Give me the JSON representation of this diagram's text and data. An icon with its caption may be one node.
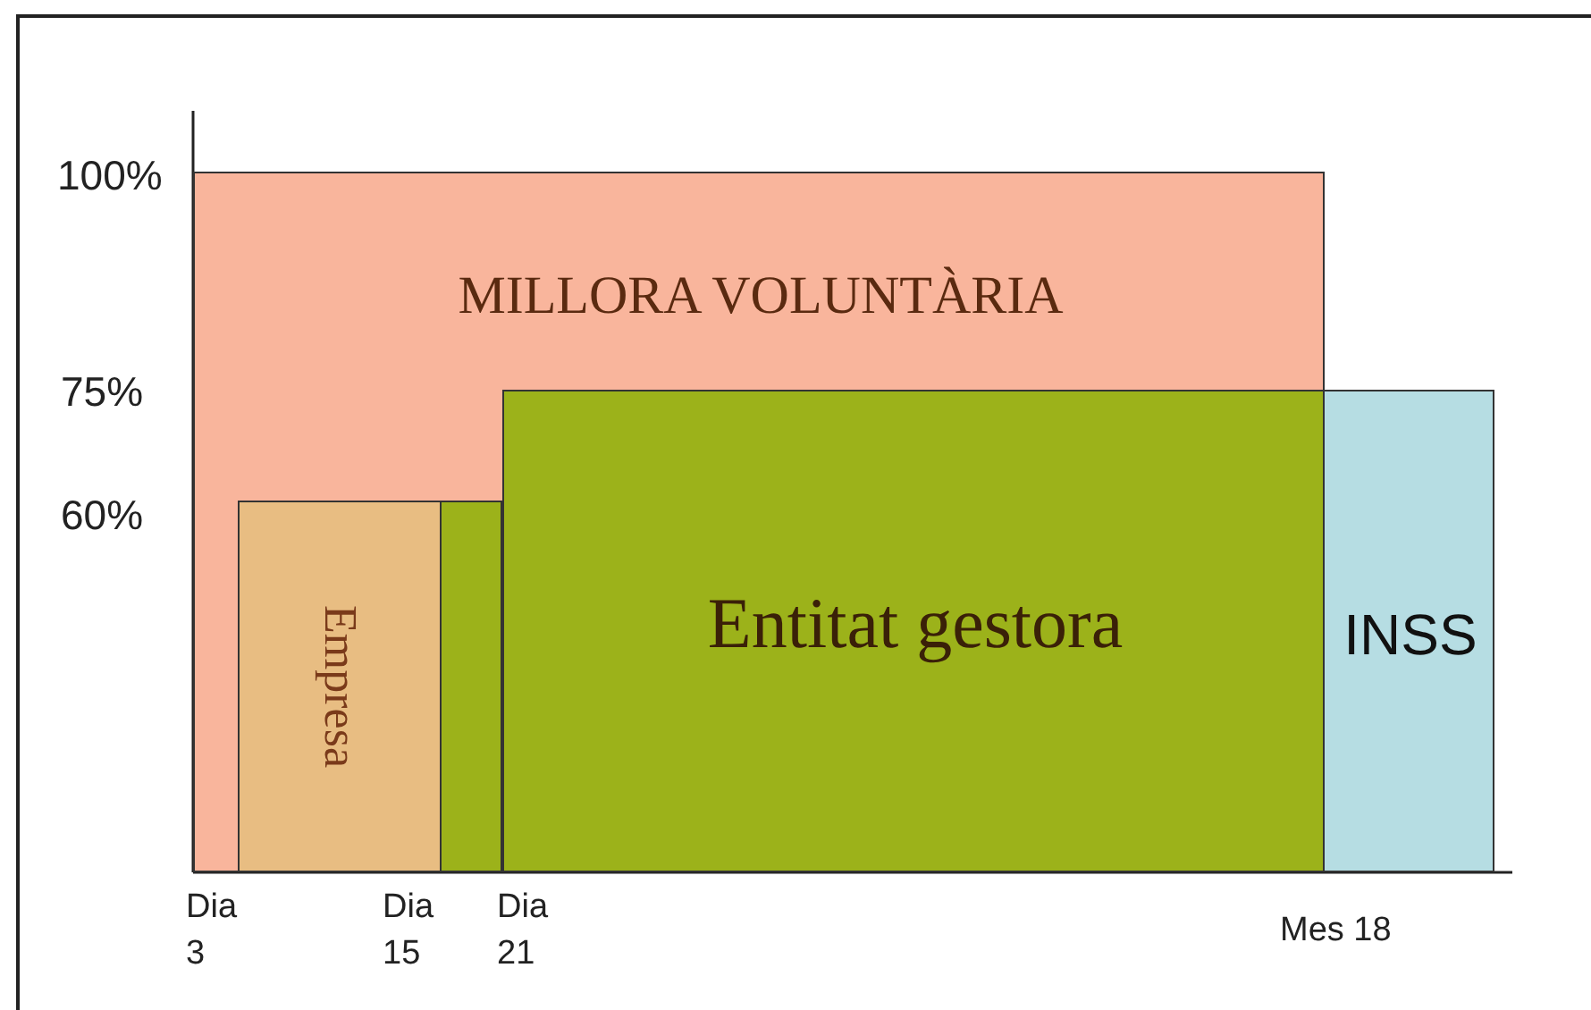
{
  "diagram": {
    "nodes": [
      {
        "text": [
          "MILLORA VOLUNTÀRIA"
        ]
      },
      {
        "text": [
          "Empresa"
        ],
        "in": 0
      },
      {
        "text": [],
        "shape": "bar",
        "in": 0
      },
      {
        "text": [
          "Entitat gestora"
        ],
        "in": 0
      },
      {
        "text": [
          "INSS"
        ]
      }
    ],
    "labels": [
      "100%",
      "75%",
      "60%",
      "Dia 3",
      "Dia 15",
      "Dia 21",
      "Mes 18"
    ]
  }
}
